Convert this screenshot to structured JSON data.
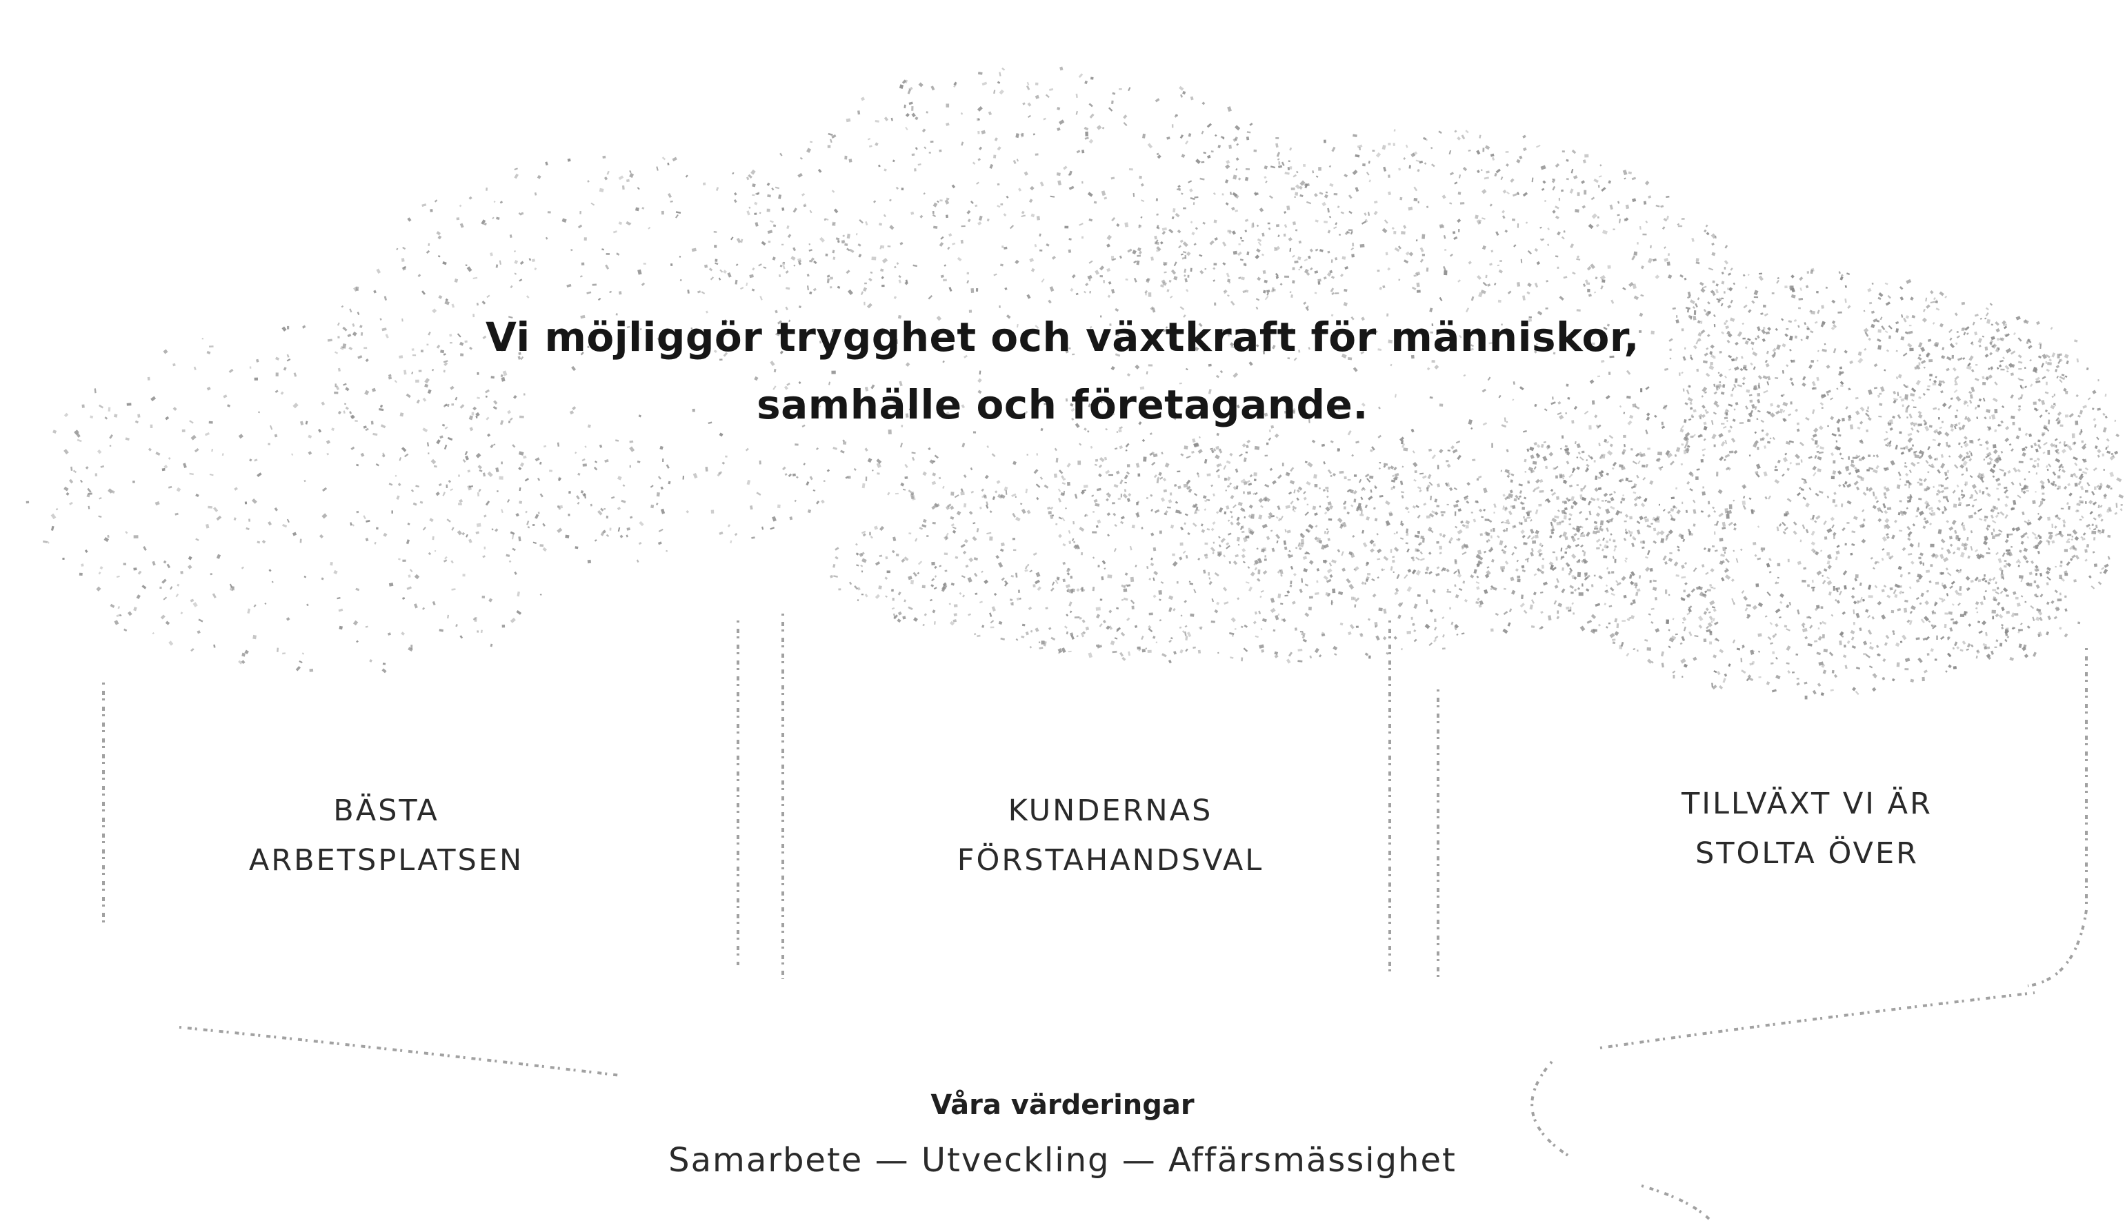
{
  "mission": {
    "line1": "Vi möjliggör trygghet och växtkraft för människor,",
    "line2": "samhälle och företagande."
  },
  "pillars": [
    {
      "line1": "BÄSTA",
      "line2": "ARBETSPLATSEN"
    },
    {
      "line1": "KUNDERNAS",
      "line2": "FÖRSTAHANDSVAL"
    },
    {
      "line1": "TILLVÄXT VI ÄR",
      "line2": "STOLTA ÖVER"
    }
  ],
  "values": {
    "title": "Våra värderingar",
    "list": "Samarbete — Utveckling — Affärsmässighet"
  },
  "colors": {
    "ink": "#1a1a1a",
    "stipple": "#8a8a8a",
    "background": "#ffffff"
  }
}
